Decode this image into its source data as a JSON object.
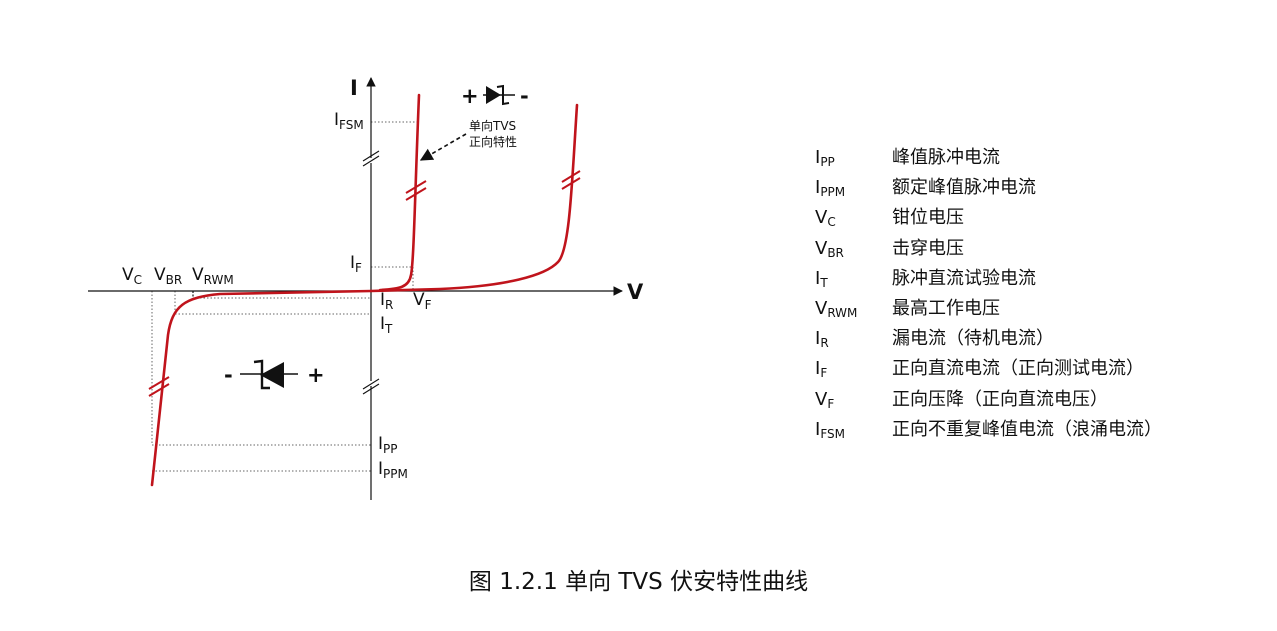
{
  "axes": {
    "i_label": "I",
    "v_label": "V"
  },
  "plot_labels": {
    "ifsm": {
      "main": "I",
      "sub": "FSM"
    },
    "if": {
      "main": "I",
      "sub": "F"
    },
    "ir": {
      "main": "I",
      "sub": "R"
    },
    "it": {
      "main": "I",
      "sub": "T"
    },
    "vf": {
      "main": "V",
      "sub": "F"
    },
    "ipp": {
      "main": "I",
      "sub": "PP"
    },
    "ippm": {
      "main": "I",
      "sub": "PPM"
    },
    "vc": {
      "main": "V",
      "sub": "C"
    },
    "vbr": {
      "main": "V",
      "sub": "BR"
    },
    "vrwm": {
      "main": "V",
      "sub": "RWM"
    }
  },
  "annotation": {
    "line1": "单向TVS",
    "line2": "正向特性"
  },
  "diode_top": {
    "plus": "+",
    "minus": "-"
  },
  "diode_bottom": {
    "plus": "+",
    "minus": "-"
  },
  "legend": [
    {
      "main": "I",
      "sub": "PP",
      "desc": "峰值脉冲电流"
    },
    {
      "main": "I",
      "sub": "PPM",
      "desc": "额定峰值脉冲电流"
    },
    {
      "main": "V",
      "sub": "C",
      "desc": "钳位电压"
    },
    {
      "main": "V",
      "sub": "BR",
      "desc": "击穿电压"
    },
    {
      "main": "I",
      "sub": "T",
      "desc": "脉冲直流试验电流"
    },
    {
      "main": "V",
      "sub": "RWM",
      "desc": "最高工作电压"
    },
    {
      "main": "I",
      "sub": "R",
      "desc": "漏电流（待机电流）"
    },
    {
      "main": "I",
      "sub": "F",
      "desc": "正向直流电流（正向测试电流）"
    },
    {
      "main": "V",
      "sub": "F",
      "desc": "正向压降（正向直流电压）"
    },
    {
      "main": "I",
      "sub": "FSM",
      "desc": "正向不重复峰值电流（浪涌电流）"
    }
  ],
  "caption": "图 1.2.1  单向 TVS 伏安特性曲线",
  "colors": {
    "curve": "#c0141c",
    "axis": "#000000",
    "guide": "#666666"
  }
}
